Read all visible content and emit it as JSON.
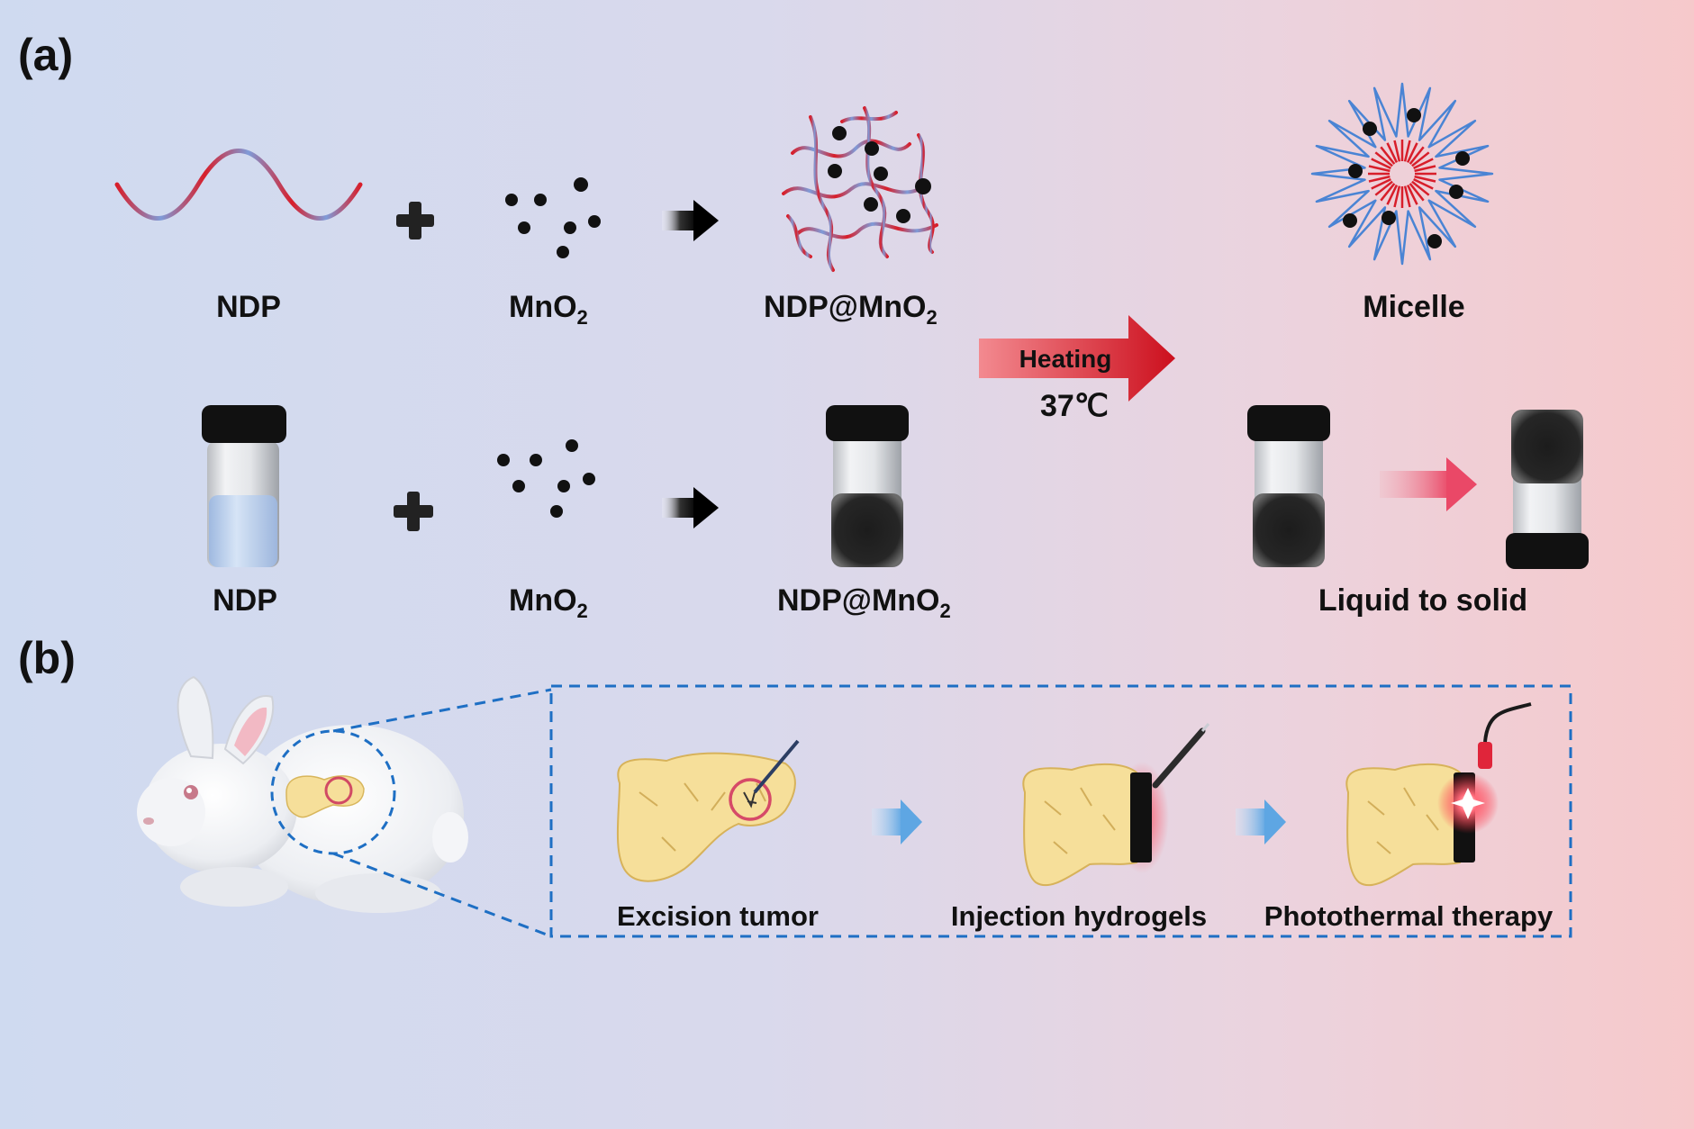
{
  "panels": {
    "a": "(a)",
    "b": "(b)"
  },
  "row1": {
    "ndp": "NDP",
    "mno2": {
      "base": "MnO",
      "sub": "2"
    },
    "complex": {
      "base": "NDP@MnO",
      "sub": "2"
    },
    "micelle": "Micelle"
  },
  "row2": {
    "ndp": "NDP",
    "mno2": {
      "base": "MnO",
      "sub": "2"
    },
    "complex": {
      "base": "NDP@MnO",
      "sub": "2"
    },
    "transition": "Liquid to solid"
  },
  "heating": {
    "label": "Heating",
    "temperature": "37℃"
  },
  "steps": [
    "Excision tumor",
    "Injection hydrogels",
    "Photothermal therapy"
  ],
  "colors": {
    "accent_red": "#d81e2a",
    "polymer_blue": "#6f93d6",
    "dashed_blue": "#1e6fc4",
    "pancreas": "#f6df9a"
  }
}
